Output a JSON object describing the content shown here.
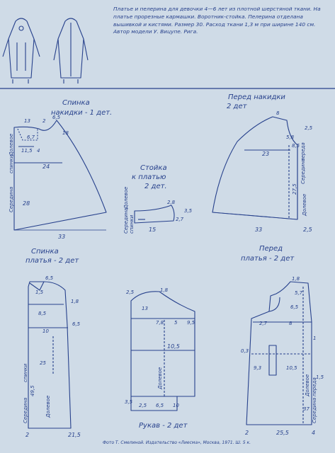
{
  "description": "Платье и пелерина для девочки 4—6 лет из плотной шерстяной ткани. На платье прорезные кармашки. Воротник-стойка. Пелерина отделана вышивкой и кистями. Размер 30. Расход ткани 1,3 м при ширине 140 см. Автор модели У. Вицупе. Рига.",
  "credit": "Фото Т. Смелиной. Издательство «Лиесма», Москва, 1971. Ш. 5 к.",
  "colors": {
    "paper": "#cfdbe7",
    "ink": "#27418c"
  },
  "pieces": {
    "cape_back": {
      "title1": "Спинка",
      "title2": "накидки - 1 дет.",
      "side1": "Середина",
      "side2": "спинки",
      "fold": "Долевое",
      "top_left": "13",
      "top_mid": "2",
      "top_right": "6,5",
      "dim_a": "6,7",
      "dim_b": "18",
      "dim_c": "11,5",
      "dim_d": "4",
      "width": "24",
      "height": "28",
      "bottom": "33"
    },
    "cape_front": {
      "title1": "Перед накидки",
      "title2": "2 дет",
      "top": "8",
      "right_top": "2,5",
      "dim_a": "5,8",
      "dim_b": "8,5",
      "width": "23",
      "side1": "Середина",
      "side2": "переда",
      "fold": "Долевое",
      "height": "27,5",
      "bottom": "33",
      "bottom_right": "2,5"
    },
    "collar": {
      "title1": "Стойка",
      "title2": "к платью",
      "title3": "2 дет.",
      "height_r": "2,8",
      "height_l": "2,7",
      "dim_r": "3,5",
      "side1": "Середина",
      "side2": "спинки",
      "fold": "Долевое",
      "width": "15"
    },
    "dress_back": {
      "title1": "Спинка",
      "title2": "платья - 2 дет",
      "top": "6,5",
      "dim_a": "1,5",
      "dim_b": "1,8",
      "dim_c": "8,5",
      "dim_d": "10",
      "dim_e": "6,5",
      "dim_f": "25",
      "side1": "Середина",
      "side2": "спинки",
      "fold": "Долевое",
      "height": "49,5",
      "bottom_l": "2",
      "bottom": "21,5"
    },
    "sleeve": {
      "title": "Рукав - 2 дет",
      "top_l": "2,5",
      "top_r": "1,8",
      "dim_a": "13",
      "dim_b": "7,8",
      "dim_c": "5",
      "dim_d": "9,5",
      "width": "10,5",
      "fold": "Долевое",
      "cuff": "2,5",
      "cuff_a": "6,5",
      "cuff_b": "10",
      "cuff_left": "3,5"
    },
    "dress_front": {
      "title1": "Перед",
      "title2": "платья - 2 дет",
      "top": "1,8",
      "dim_a": "5,7",
      "dim_b": "6,5",
      "dim_c": "2,7",
      "dim_d": "8",
      "dim_e": "1",
      "pocket_l": "0,3",
      "pocket_a": "9,3",
      "pocket_b": "10,5",
      "dim_f": "1,5",
      "side1": "Середина",
      "side2": "переда",
      "fold": "Долевое",
      "height": "37",
      "bottom_l": "2",
      "bottom": "25,5",
      "bottom_r": "4"
    }
  }
}
